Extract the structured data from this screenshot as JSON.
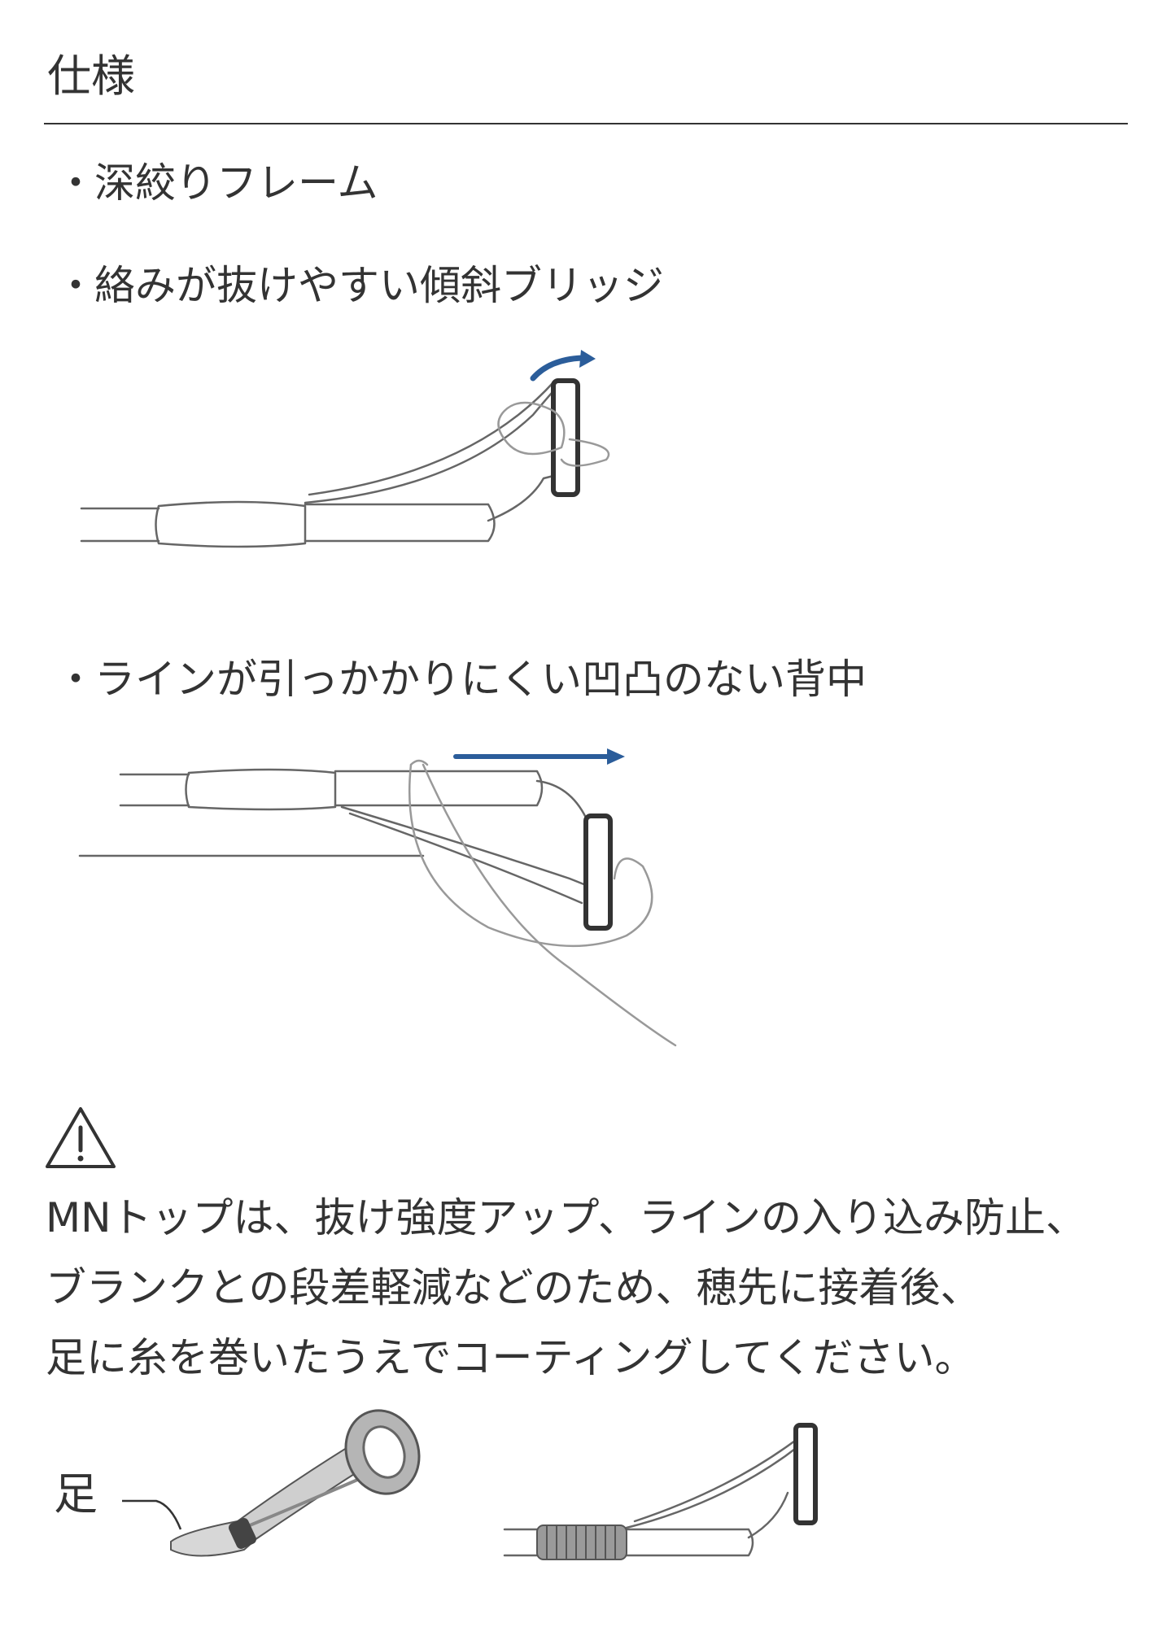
{
  "heading": "仕様",
  "bullets": [
    {
      "mark": "・",
      "text": "深絞りフレーム"
    },
    {
      "mark": "・",
      "text": "絡みが抜けやすい傾斜ブリッジ"
    },
    {
      "mark": "・",
      "text": "ラインが引っかかりにくい凹凸のない背中"
    }
  ],
  "warning": {
    "icon": "warning-triangle-icon",
    "lines": [
      "MNトップは、抜け強度アップ、ラインの入り込み防止、",
      "ブランクとの段差軽減などのため、穂先に接着後、",
      "足に糸を巻いたうえでコーティングしてください。"
    ]
  },
  "foot_label": "足",
  "colors": {
    "text": "#333333",
    "arrow": "#2b5d9a",
    "line": "#888888"
  }
}
